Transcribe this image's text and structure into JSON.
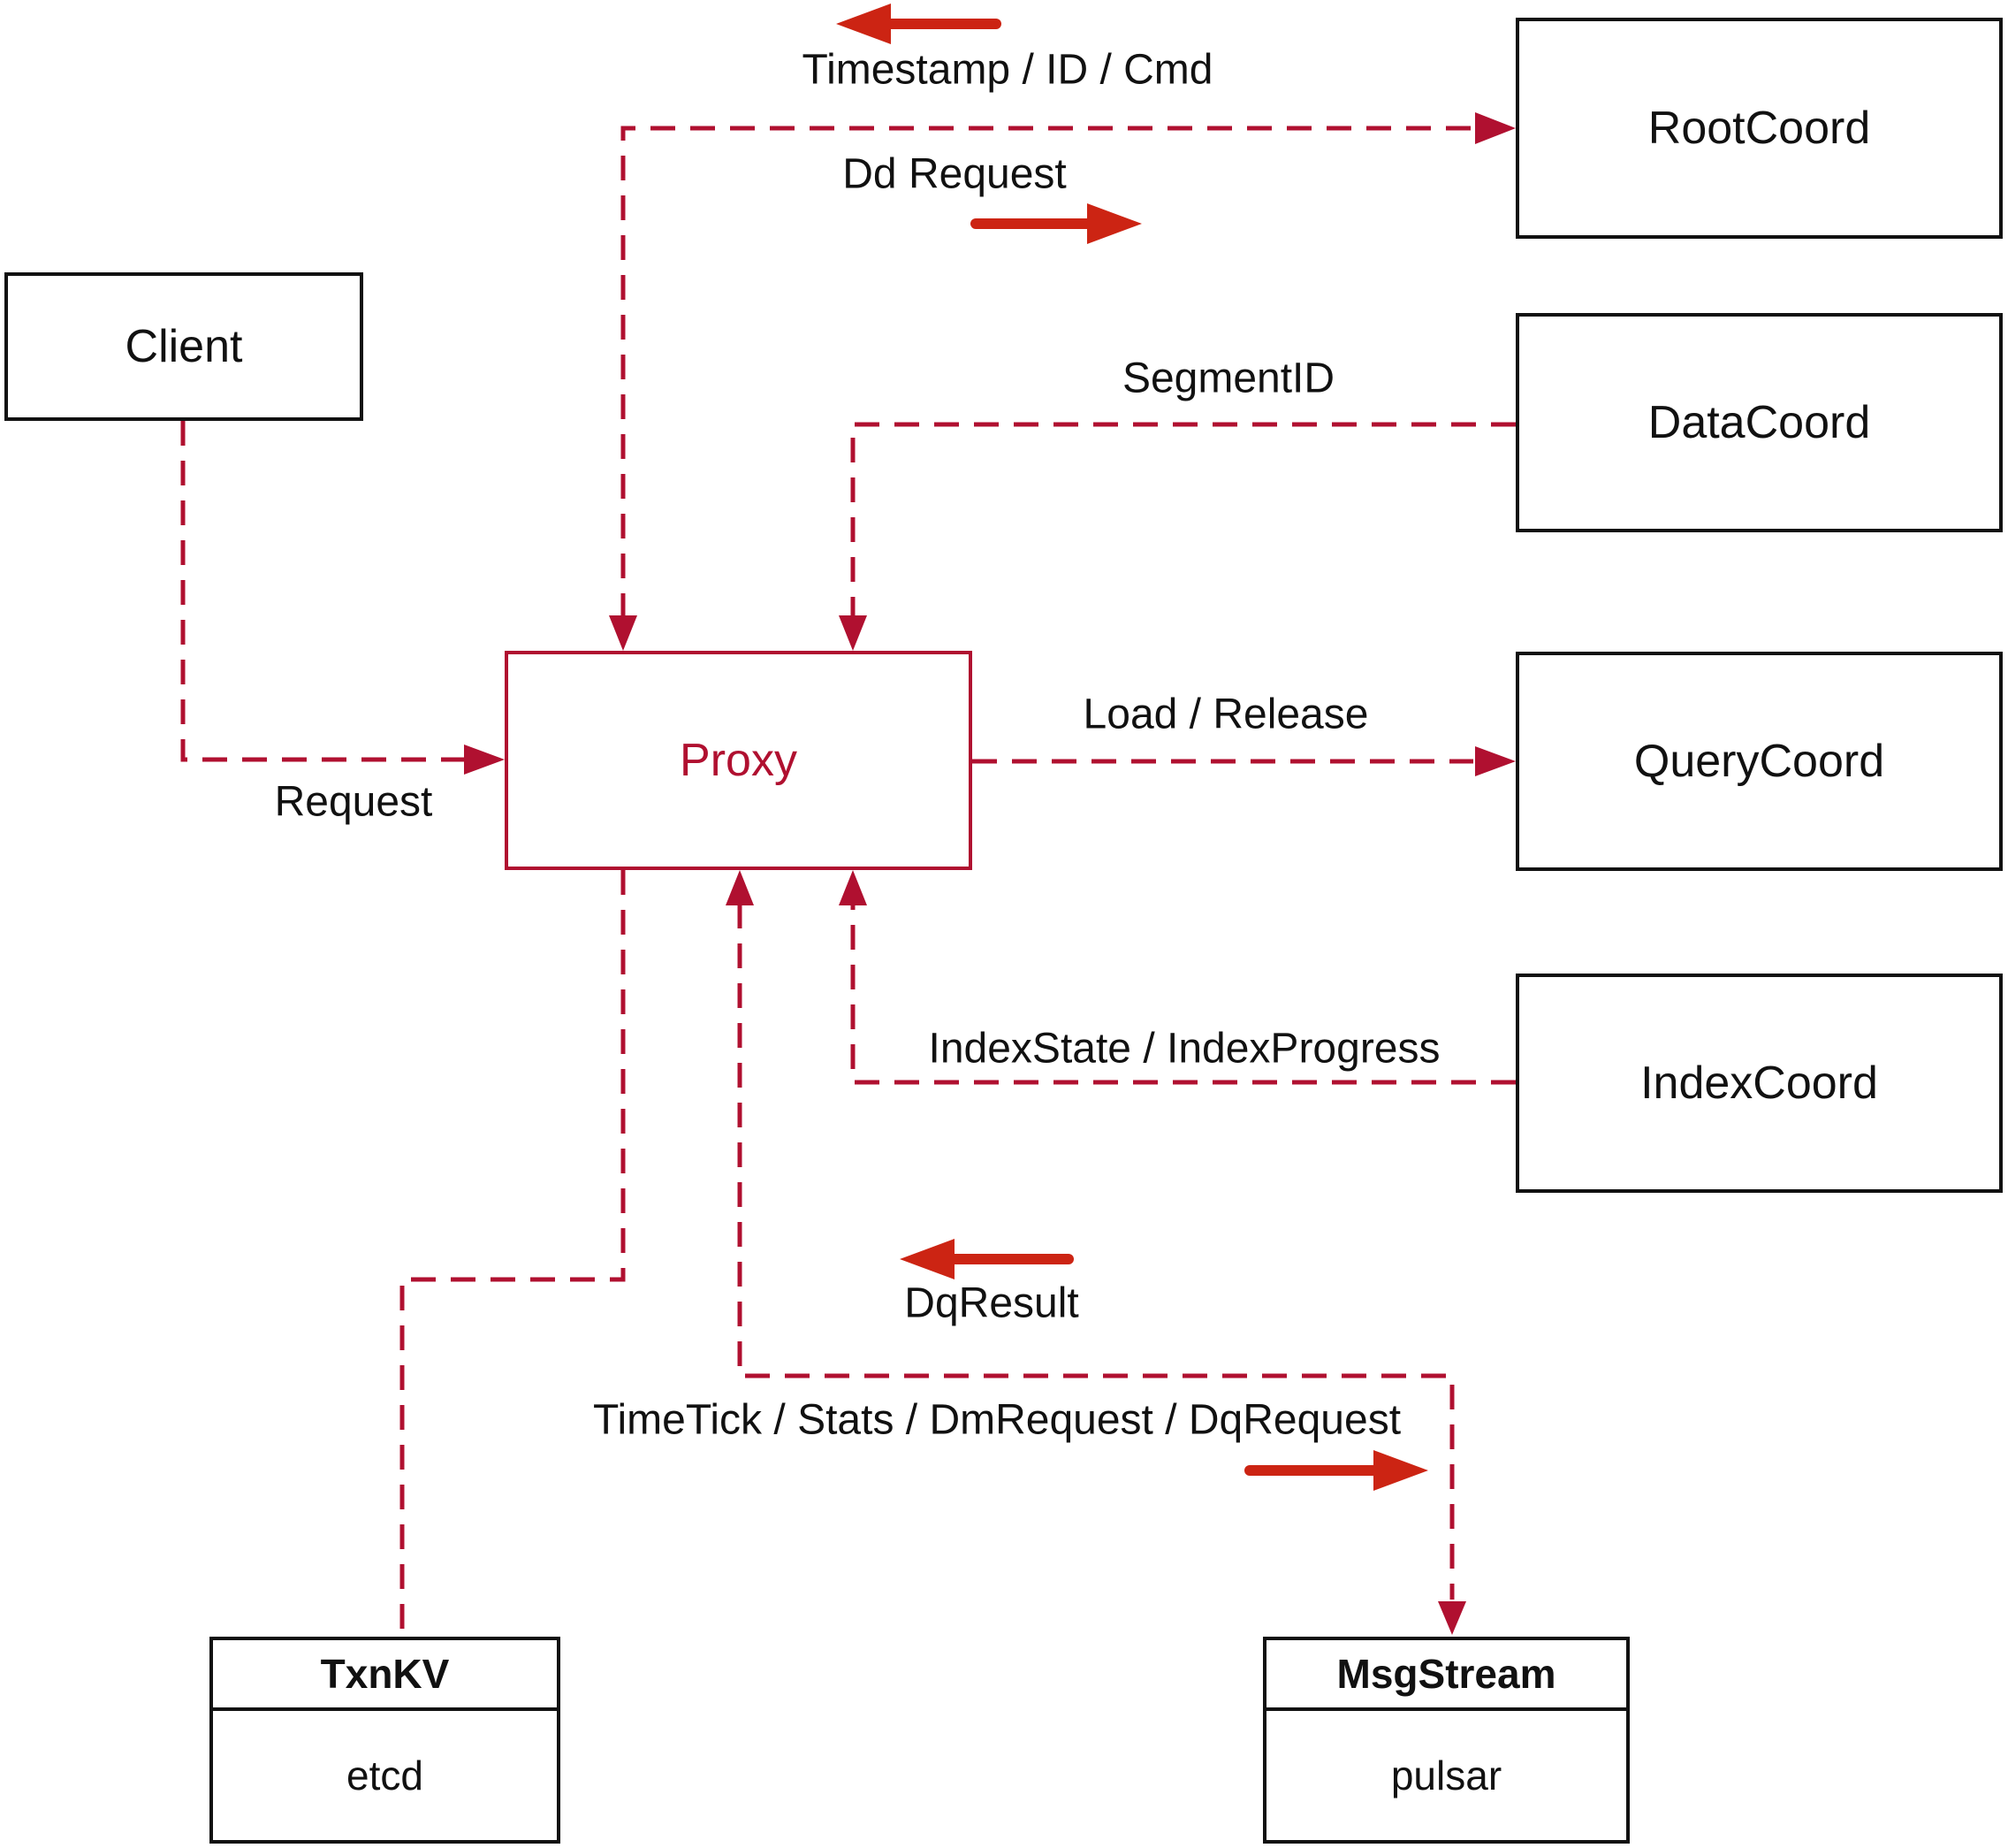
{
  "palette": {
    "connector_crimson": "#b01030",
    "solid_arrow_red": "#cc2413",
    "box_border_black": "#111111",
    "background": "#ffffff"
  },
  "nodes": {
    "client": {
      "label": "Client"
    },
    "proxy": {
      "label": "Proxy"
    },
    "root_coord": {
      "label": "RootCoord"
    },
    "data_coord": {
      "label": "DataCoord"
    },
    "query_coord": {
      "label": "QueryCoord"
    },
    "index_coord": {
      "label": "IndexCoord"
    },
    "txn_kv": {
      "title": "TxnKV",
      "implementation": "etcd"
    },
    "msg_stream": {
      "title": "MsgStream",
      "implementation": "pulsar"
    }
  },
  "edge_labels": {
    "client_to_proxy": "Request",
    "rootcoord_to_proxy": "Timestamp / ID / Cmd",
    "proxy_to_rootcoord": "Dd Request",
    "datacoord_to_proxy": "SegmentID",
    "proxy_to_querycoord": "Load / Release",
    "indexcoord_to_proxy": "IndexState / IndexProgress",
    "msgstream_to_proxy": "DqResult",
    "proxy_to_msgstream": "TimeTick / Stats / DmRequest / DqRequest"
  }
}
